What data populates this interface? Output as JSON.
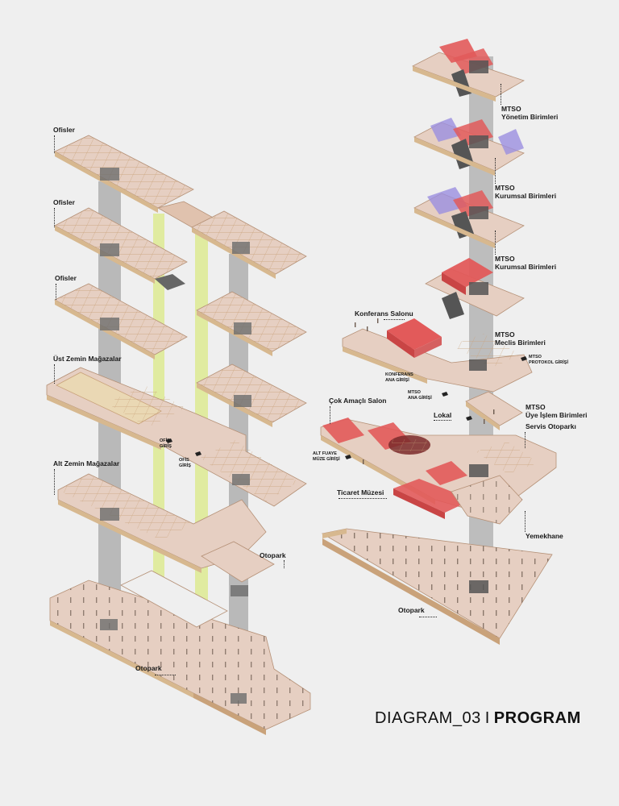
{
  "diagram_title": {
    "main": "DIAGRAM_03",
    "separator": "I",
    "emphasis": "PROGRAM"
  },
  "left_building": {
    "ofisler_1": "Ofisler",
    "ofisler_2": "Ofisler",
    "ofisler_3": "Ofisler",
    "ust_zemin": "Üst Zemin Mağazalar",
    "alt_zemin": "Alt Zemin Mağazalar",
    "ofis_giris_1_a": "OFİS",
    "ofis_giris_1_b": "GİRİŞ",
    "ofis_giris_2_a": "OFİS",
    "ofis_giris_2_b": "GİRİŞ",
    "otopark_upper": "Otopark",
    "otopark_lower": "Otopark"
  },
  "right_building": {
    "yonetim_a": "MTSO",
    "yonetim_b": "Yönetim Birimleri",
    "kurumsal1_a": "MTSO",
    "kurumsal1_b": "Kurumsal Birimleri",
    "kurumsal2_a": "MTSO",
    "kurumsal2_b": "Kurumsal Birimleri",
    "konferans_salonu": "Konferans Salonu",
    "meclis_a": "MTSO",
    "meclis_b": "Meclis Birimleri",
    "protokol_a": "MTSO",
    "protokol_b": "PROTOKOL GİRİŞİ",
    "konferans_giris_a": "KONFERANS",
    "konferans_giris_b": "ANA GİRİŞİ",
    "mtso_ana_giris_a": "MTSO",
    "mtso_ana_giris_b": "ANA GİRİŞİ",
    "lokal": "Lokal",
    "uye_a": "MTSO",
    "uye_b": "Üye İşlem Birimleri",
    "cok_amacli": "Çok Amaçlı Salon",
    "servis_otoparki": "Servis Otoparkı",
    "alt_fuaye_a": "ALT FUAYE",
    "alt_fuaye_b": "MÜZE GİRİŞİ",
    "ticaret_muzesi": "Ticaret Müzesi",
    "yemekhane": "Yemekhane",
    "otopark": "Otopark"
  },
  "colors": {
    "background": "#efefef",
    "slab_top": "#e6cfc2",
    "slab_edge": "#d7b88f",
    "wall": "#ead8b4",
    "wall_dark": "#c9a27a",
    "core_gray": "#8c8c8c",
    "core_green": "#d6e86a",
    "program_red": "#e25a5a",
    "program_purple": "#9b8fe0",
    "stair_dark": "#555555"
  }
}
